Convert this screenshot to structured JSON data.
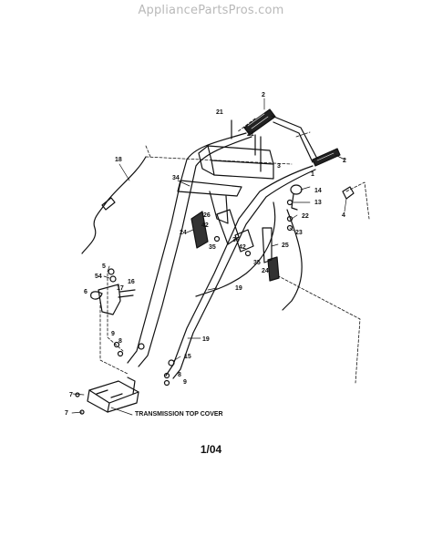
{
  "watermark": "AppliancePartsPros.com",
  "diagram": {
    "callouts": [
      "2",
      "21",
      "21",
      "3",
      "1",
      "2",
      "18",
      "34",
      "26",
      "14",
      "13",
      "22",
      "23",
      "4",
      "42",
      "36",
      "24",
      "42",
      "35",
      "25",
      "35",
      "24",
      "19",
      "5",
      "54",
      "16",
      "6",
      "17",
      "9",
      "8",
      "19",
      "15",
      "8",
      "9",
      "7",
      "7"
    ],
    "cover_label": "TRANSMISSION TOP COVER"
  },
  "footer": "1/04"
}
